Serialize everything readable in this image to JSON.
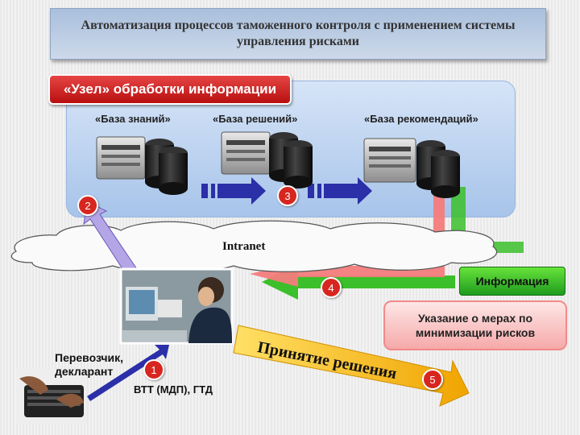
{
  "title": "Автоматизация процессов таможенного контроля с применением системы управления рисками",
  "node_label": "«Узел» обработки информации",
  "databases": {
    "knowledge": "«База знаний»",
    "decisions": "«База решений»",
    "recommendations": "«База рекомендаций»"
  },
  "cloud_label": "Intranet",
  "info_label": "Информация",
  "risk_label": "Указание о мерах по минимизации рисков",
  "decision_label": "Принятие решения",
  "carrier_label": "Перевозчик, декларант",
  "documents_label": "ВТТ (МДП), ГТД",
  "steps": [
    "1",
    "2",
    "3",
    "4",
    "5"
  ],
  "colors": {
    "node_red": "#d7261f",
    "green": "#3bbf2a",
    "pink": "#f47c7c",
    "blue_arrow": "#2b2fa8",
    "yellow_arrow": "#f7b500"
  }
}
